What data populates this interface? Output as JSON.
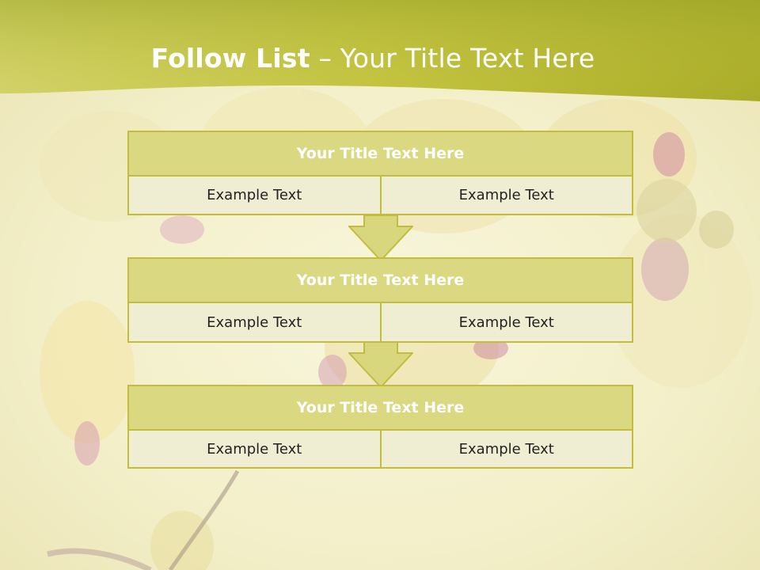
{
  "slide": {
    "title_bold": "Follow List",
    "title_rest": " – Your Title Text Here",
    "boxes": [
      {
        "title": "Your Title Text Here",
        "left": "Example Text",
        "right": "Example Text"
      },
      {
        "title": "Your Title Text Here",
        "left": "Example Text",
        "right": "Example Text"
      },
      {
        "title": "Your Title Text Here",
        "left": "Example Text",
        "right": "Example Text"
      }
    ]
  },
  "colors": {
    "header_band": "#b8bb2c",
    "box_border": "#c2bd3e",
    "box_title_fill": "#dad881",
    "box_cell_fill": "#efeed3",
    "arrow_fill": "#d9d77d"
  }
}
